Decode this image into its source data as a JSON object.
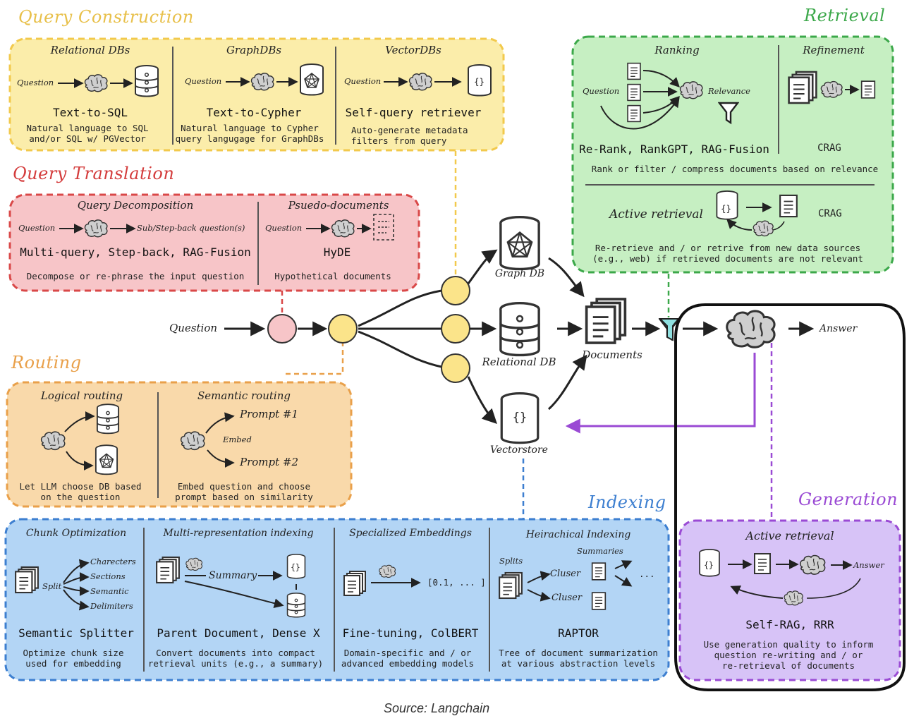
{
  "sections": {
    "query_construction": {
      "title": "Query Construction",
      "cols": [
        {
          "head": "Relational DBs",
          "question": "Question",
          "tech": "Text-to-SQL",
          "desc1": "Natural language to SQL",
          "desc2": "and/or SQL w/ PGVector"
        },
        {
          "head": "GraphDBs",
          "question": "Question",
          "tech": "Text-to-Cypher",
          "desc1": "Natural language to Cypher",
          "desc2": "query langugage for GraphDBs"
        },
        {
          "head": "VectorDBs",
          "question": "Question",
          "tech": "Self-query retriever",
          "desc1": "Auto-generate metadata",
          "desc2": "filters from query",
          "icon": "{}"
        }
      ]
    },
    "query_translation": {
      "title": "Query Translation",
      "left": {
        "head": "Query Decomposition",
        "question": "Question",
        "arrow_label": "Sub/Step-back question(s)",
        "tech": "Multi-query, Step-back, RAG-Fusion",
        "desc": "Decompose or re-phrase the input question"
      },
      "right": {
        "head": "Psuedo-documents",
        "question": "Question",
        "tech": "HyDE",
        "desc": "Hypothetical documents"
      }
    },
    "routing": {
      "title": "Routing",
      "left": {
        "head": "Logical routing",
        "desc1": "Let LLM choose DB based",
        "desc2": "on the question"
      },
      "right": {
        "head": "Semantic routing",
        "prompt1": "Prompt #1",
        "embed": "Embed",
        "prompt2": "Prompt #2",
        "desc1": "Embed question and choose",
        "desc2": "prompt based on similarity"
      }
    },
    "retrieval": {
      "title": "Retrieval",
      "ranking": {
        "head": "Ranking",
        "question": "Question",
        "relevance": "Relevance",
        "tech": "Re-Rank, RankGPT, RAG-Fusion"
      },
      "refinement": {
        "head": "Refinement",
        "tech": "CRAG"
      },
      "desc": "Rank or filter / compress documents based on relevance",
      "active": {
        "label": "Active retrieval",
        "tech": "CRAG",
        "icon": "{}",
        "desc1": "Re-retrieve and / or retrive from new data sources",
        "desc2": "(e.g., web) if retrieved documents are not relevant"
      }
    },
    "indexing": {
      "title": "Indexing",
      "cols": [
        {
          "head": "Chunk Optimization",
          "split": "Split",
          "items": [
            "Charecters",
            "Sections",
            "Semantic",
            "Delimiters"
          ],
          "tech": "Semantic Splitter",
          "desc1": "Optimize chunk size",
          "desc2": "used for embedding"
        },
        {
          "head": "Multi-representation indexing",
          "summary": "Summary",
          "icon": "{}",
          "tech": "Parent Document, Dense X",
          "desc1": "Convert documents into compact",
          "desc2": "retrieval units (e.g., a summary)"
        },
        {
          "head": "Specialized Embeddings",
          "vector": "[0.1, ... ]",
          "tech": "Fine-tuning, ColBERT",
          "desc1": "Domain-specific and / or",
          "desc2": "advanced embedding models"
        },
        {
          "head": "Heirachical Indexing",
          "splits": "Splits",
          "summaries": "Summaries",
          "cluster1": "Cluser",
          "cluster2": "Cluser",
          "ellipsis": "...",
          "tech": "RAPTOR",
          "desc1": "Tree of document summarization",
          "desc2": "at various abstraction levels"
        }
      ]
    },
    "generation": {
      "title": "Generation",
      "head": "Active retrieval",
      "icon": "{}",
      "answer": "Answer",
      "tech": "Self-RAG, RRR",
      "desc1": "Use generation quality to inform",
      "desc2": "question re-writing and / or",
      "desc3": "re-retrieval of documents"
    }
  },
  "flow": {
    "question": "Question",
    "graph_db": "Graph DB",
    "relational_db": "Relational DB",
    "vectorstore": "Vectorstore",
    "vector_icon": "{}",
    "documents": "Documents",
    "answer": "Answer"
  },
  "caption": "Source: Langchain",
  "colors": {
    "yellow_fill": "#fbedaa",
    "yellow_border": "#f2c94c",
    "yellow_title": "#e8c04a",
    "red_fill": "#f7c5c8",
    "red_border": "#d94848",
    "red_title": "#d43c3c",
    "orange_fill": "#f9d9aa",
    "orange_border": "#e9a04a",
    "orange_title": "#e9a04a",
    "green_fill": "#c6efc2",
    "green_border": "#3ca84a",
    "green_title": "#3ca84a",
    "blue_fill": "#b3d5f5",
    "blue_border": "#3d7fd0",
    "blue_title": "#3d7fd0",
    "purple_fill": "#d7c3f7",
    "purple_border": "#9a4ad4",
    "purple_title": "#9a4ad4",
    "node_yellow": "#fbe48a",
    "node_pink": "#f7c5c8"
  }
}
